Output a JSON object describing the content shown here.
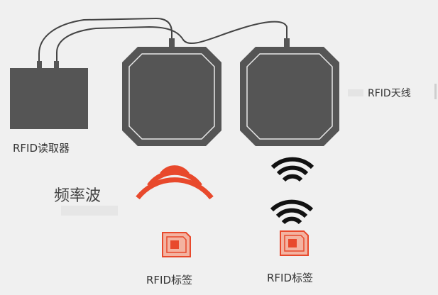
{
  "labels": {
    "reader": "RFID读取器",
    "antenna": "RFID天线",
    "frequency_wave": "频率波",
    "tag_left": "RFID标签",
    "tag_right": "RFID标签"
  },
  "colors": {
    "background": "#f0f0f0",
    "device": "#555555",
    "antenna_border": "#e8e8e8",
    "wave_red": "#e8492c",
    "wave_black": "#111111",
    "tag_fill": "#f3b3a1",
    "tag_stroke": "#e8492c",
    "cable": "#444444"
  },
  "icons": {
    "signal_red": "wifi-signal-icon",
    "signal_black": "wifi-signal-icon",
    "tag": "rfid-tag-icon"
  }
}
